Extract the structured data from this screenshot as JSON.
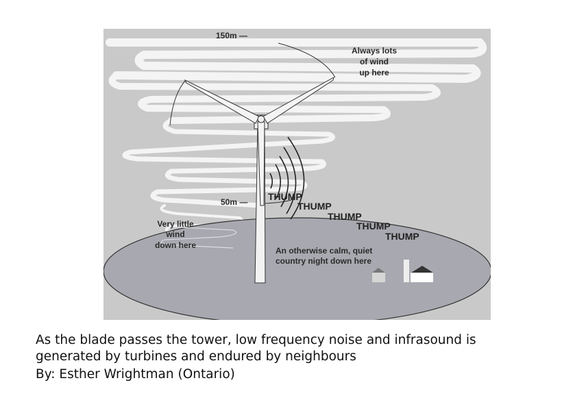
{
  "diagram": {
    "height_labels": {
      "top": "150m —",
      "mid": "50m —"
    },
    "top_note": [
      "Always lots",
      "of wind",
      "up here"
    ],
    "bottom_note": [
      "Very little",
      "wind",
      "down here"
    ],
    "thumps": [
      "THUMP",
      "THUMP",
      "THUMP",
      "THUMP",
      "THUMP"
    ],
    "ground_note": [
      "An otherwise calm, quiet",
      "country night down here"
    ],
    "colors": {
      "sky": "#c9c9c9",
      "ground": "#a8a8b0",
      "wind": "#f4f4f4"
    }
  },
  "caption": {
    "line1": "As the blade passes the tower, low frequency noise and infrasound is",
    "line2": "generated by turbines and endured by neighbours",
    "line3": "By: Esther Wrightman (Ontario)"
  }
}
